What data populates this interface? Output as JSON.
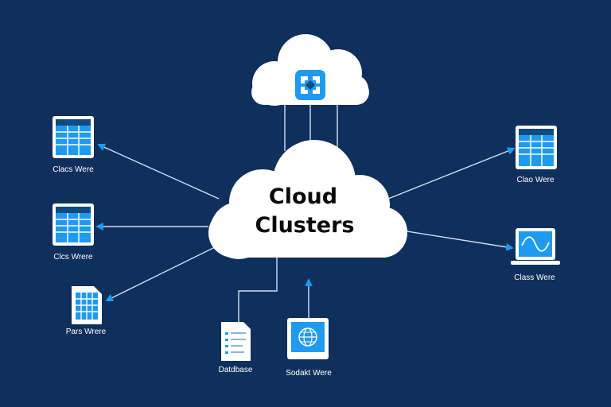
{
  "diagram": {
    "title_line1": "Cloud",
    "title_line2": "Clusters",
    "colors": {
      "background": "#0f2f5c",
      "cloud_fill": "#ffffff",
      "connector": "#cfe1f5",
      "accent": "#1e9bf0",
      "icon_dark": "#0f4a80"
    },
    "nodes": [
      {
        "id": "left-top",
        "label": "Clacs Were",
        "icon": "server-table-icon"
      },
      {
        "id": "left-mid",
        "label": "Clcs Wrere",
        "icon": "server-table-icon"
      },
      {
        "id": "left-bottom",
        "label": "Pars Wrere",
        "icon": "document-grid-icon"
      },
      {
        "id": "bottom-left",
        "label": "Datdbase",
        "icon": "document-list-icon"
      },
      {
        "id": "bottom-right",
        "label": "Sodakt Were",
        "icon": "globe-monitor-icon"
      },
      {
        "id": "right-top",
        "label": "Clao Were",
        "icon": "server-table-icon"
      },
      {
        "id": "right-bottom",
        "label": "Class Were",
        "icon": "laptop-wave-icon"
      }
    ],
    "top_cloud_icon": "network-hub-icon"
  }
}
